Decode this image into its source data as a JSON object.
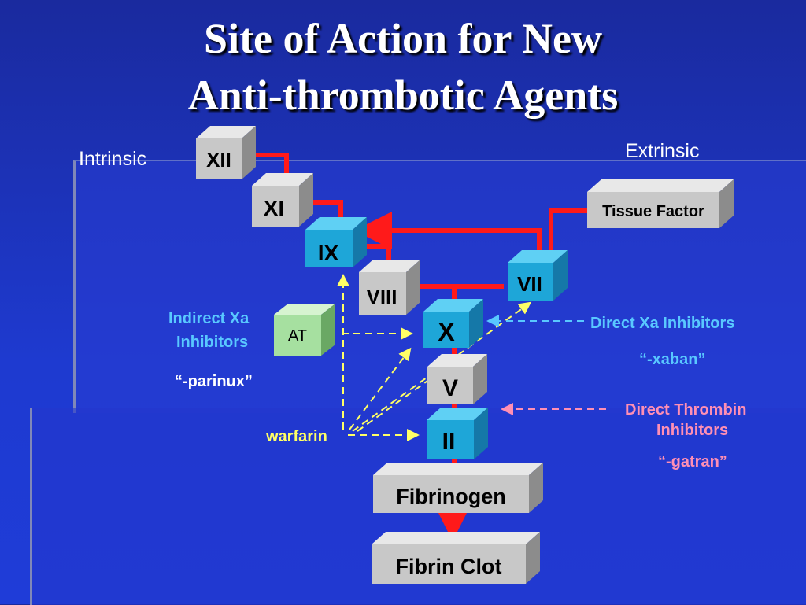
{
  "title": {
    "line1": "Site of Action for New",
    "line2": "Anti-thrombotic Agents"
  },
  "pathway_labels": {
    "intrinsic": "Intrinsic",
    "extrinsic": "Extrinsic"
  },
  "factors": {
    "xii": "XII",
    "xi": "XI",
    "ix": "IX",
    "viii": "VIII",
    "vii": "VII",
    "tissue_factor": "Tissue Factor",
    "at": "AT",
    "x": "X",
    "v": "V",
    "ii": "II",
    "fibrinogen": "Fibrinogen",
    "fibrin_clot": "Fibrin Clot"
  },
  "annotations": {
    "indirect_xa_line1": "Indirect Xa",
    "indirect_xa_line2": "Inhibitors",
    "parinux": "“-parinux”",
    "direct_xa": "Direct Xa Inhibitors",
    "xaban": "“-xaban”",
    "direct_thrombin_line1": "Direct Thrombin",
    "direct_thrombin_line2": "Inhibitors",
    "gatran": "“-gatran”",
    "warfarin": "warfarin"
  },
  "colors": {
    "grey_box": "#c8c8c8",
    "cyan_box": "#1ea6d8",
    "at_box": "#a6e0a0",
    "red_connector": "#ff1a1a",
    "yellow_arrow": "#ffff66",
    "cyan_arrow": "#59c8ff",
    "pink_arrow": "#ff8fb4"
  }
}
